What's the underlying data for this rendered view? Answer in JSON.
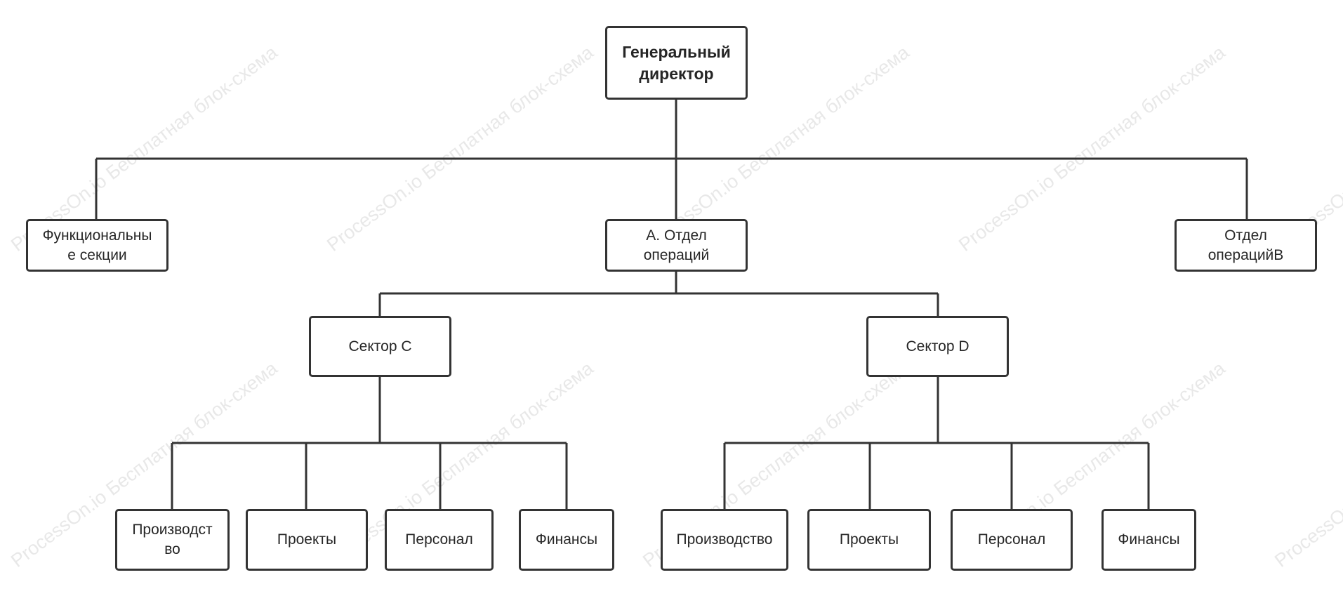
{
  "watermark": "ProcessOn.io Бесплатная блок-схема",
  "colors": {
    "stroke": "#333333",
    "text": "#262626",
    "background": "#ffffff"
  },
  "nodes": {
    "ceo": "Генеральный\nдиректор",
    "functional_sections": "Функциональны\nе секции",
    "ops_a": "А. Отдел\nопераций",
    "ops_b": "Отдел\nоперацийB",
    "sector_c": "Сектор C",
    "sector_d": "Сектор D",
    "c_production": "Производст\nво",
    "c_projects": "Проекты",
    "c_personnel": "Персонал",
    "c_finance": "Финансы",
    "d_production": "Производство",
    "d_projects": "Проекты",
    "d_personnel": "Персонал",
    "d_finance": "Финансы"
  }
}
